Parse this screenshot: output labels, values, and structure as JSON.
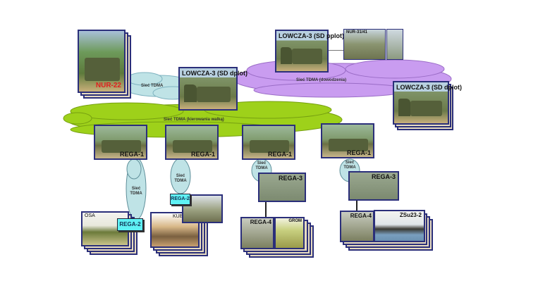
{
  "colors": {
    "network_link": "#bfe3e6",
    "command_net": "#c99cf0",
    "combat_net": "#9ed11a",
    "tag": "#5ff2f5",
    "frame": "#2b2f7a"
  },
  "nodes": {
    "nur22": "NUR-22",
    "lowcza_dplot": "LOWCZA-3 (SD dplot)",
    "lowcza_pplot": "LOWCZA-3 (SD pplot)",
    "nur31": "NUR-31/41",
    "lowcza_dplot_right": "LOWCZA-3 (SD dplot)",
    "rega1": [
      "REGA-1",
      "REGA-1",
      "REGA-1",
      "REGA-1"
    ],
    "rega2": [
      "REGA-2",
      "REGA-2"
    ],
    "rega3": [
      "REGA-3",
      "REGA-3"
    ],
    "rega4": [
      "REGA-4",
      "REGA-4"
    ],
    "osa": "OSA",
    "kub": "KUB",
    "grom": "GROM",
    "zsu": "ZSu23-2"
  },
  "networks": {
    "link": "Sieć TDMA",
    "command": "Sieć TDMA  (dowodzenia)",
    "combat": "Sieć TDMA  (kierowania walką)",
    "vertical": [
      "Sieć TDMA",
      "Sieć TDMA",
      "Sieć TDMA",
      "Sieć TDMA"
    ]
  }
}
